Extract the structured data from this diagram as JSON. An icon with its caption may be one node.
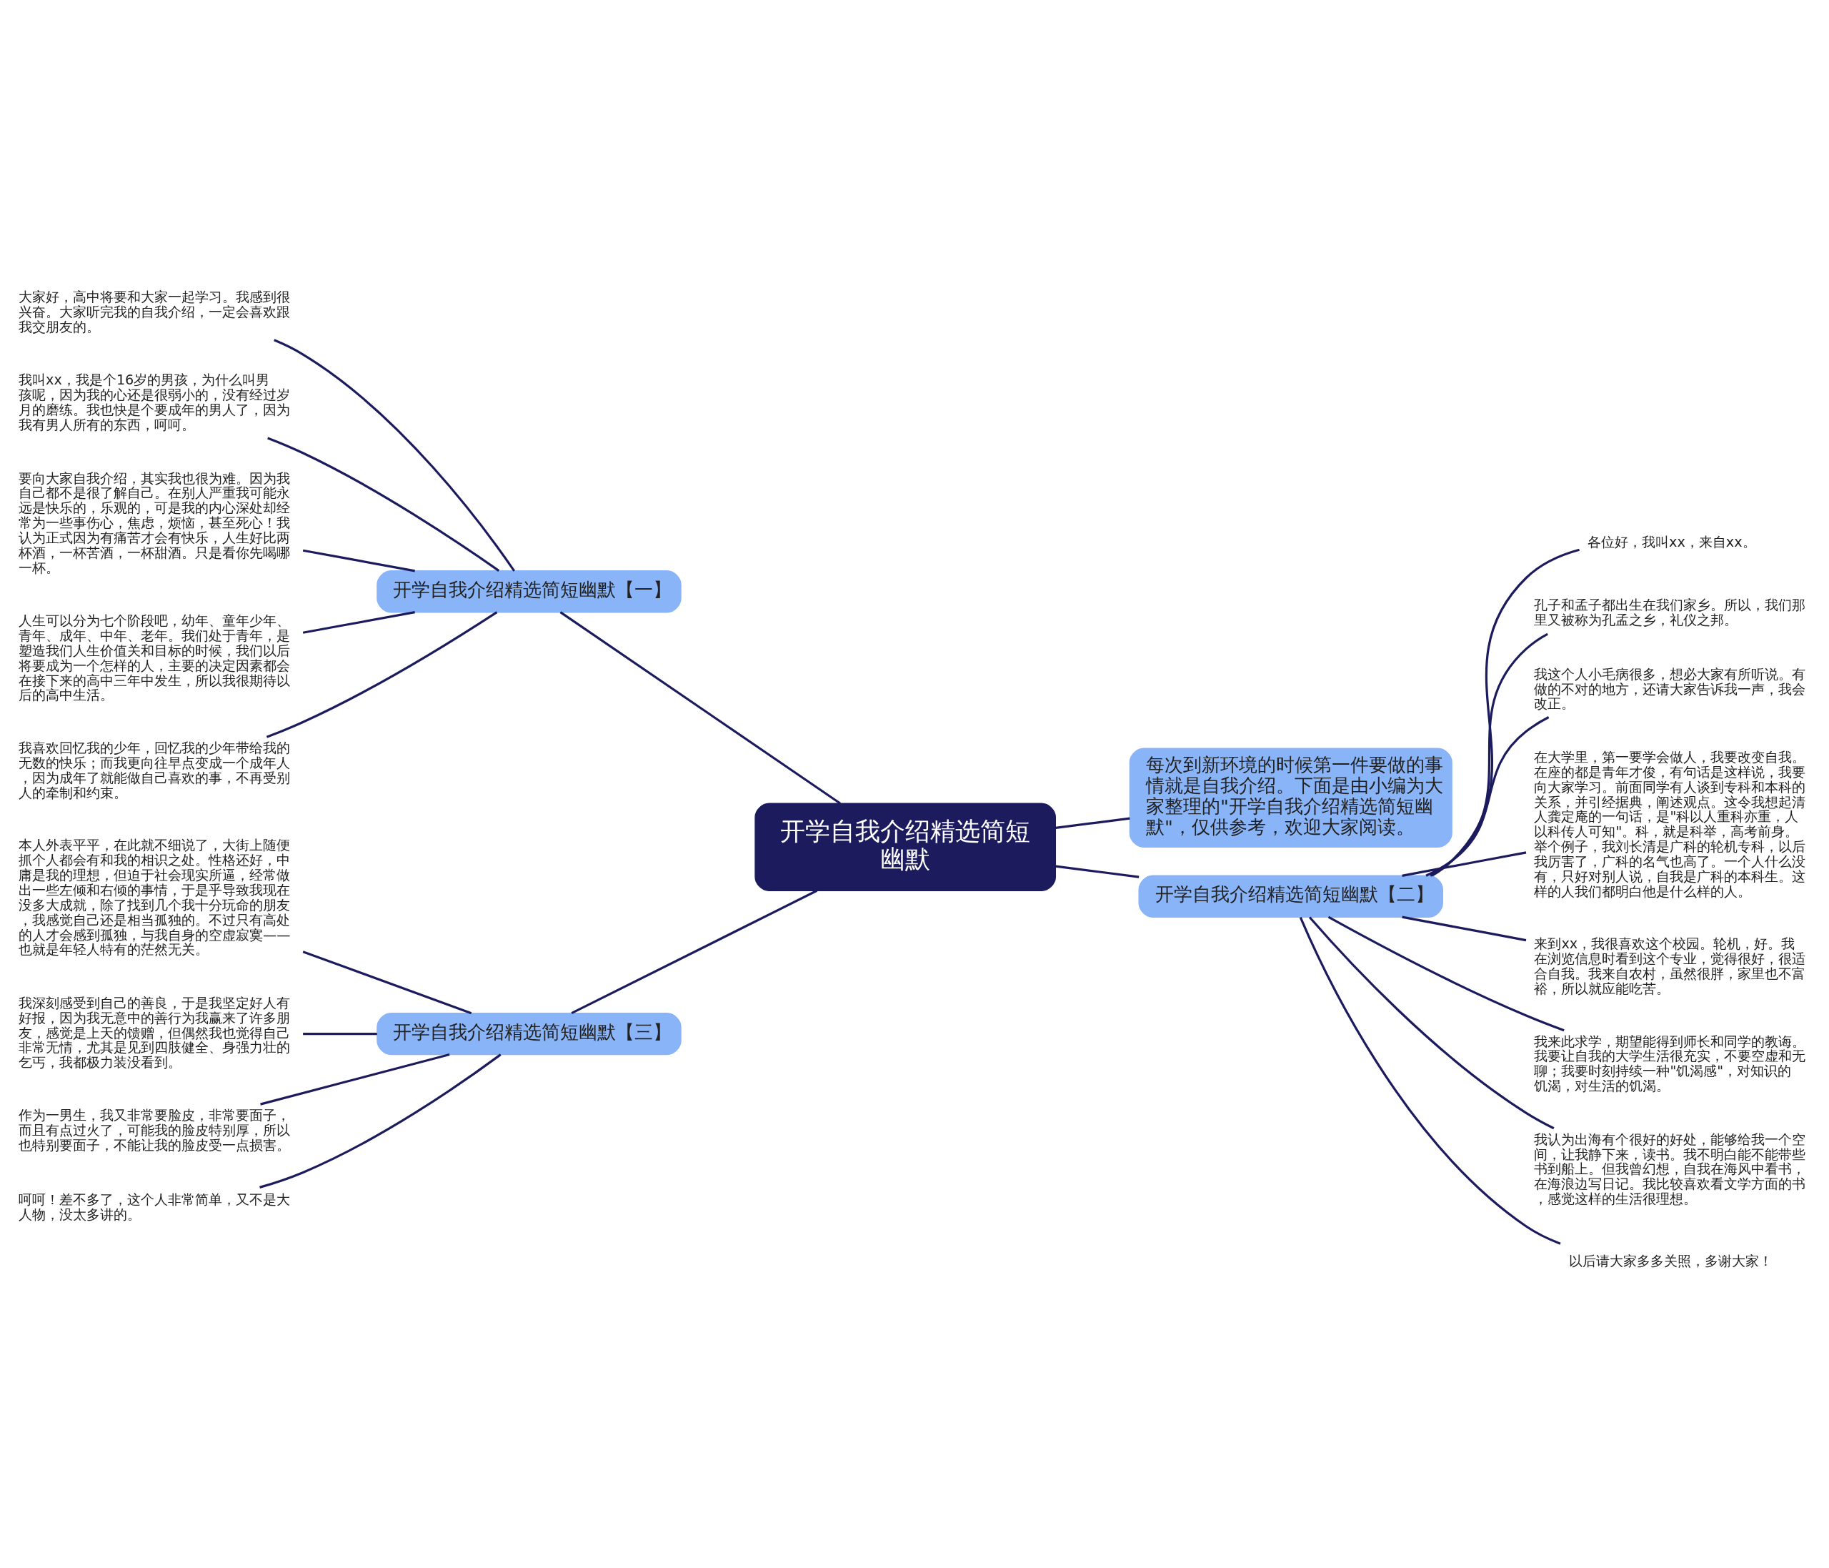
{
  "diagram": {
    "nodes": [
      {
        "text": [
          "开学自我介绍精选简短幽默"
        ]
      },
      {
        "text": [
          "开学自我介绍精选简短幽默【一】"
        ]
      },
      {
        "text": [
          "大家好，高中将要和大家一起学习。我感到很兴奋。大家听完我的自我介绍，一定会喜欢跟我交朋友的。"
        ]
      },
      {
        "text": [
          "我叫xx，我是个16岁的男孩，为什么叫男孩呢，因为我的心还是很弱小的，没有经过岁月的磨练。我也快是个要成年的男人了，因为我有男人所有的东西，呵呵。"
        ]
      },
      {
        "text": [
          "要向大家自我介绍，其实我也很为难。因为我自己都不是很了解自己。在别人严重我可能永远是快乐的，乐观的，可是我的内心深处却经常为一些事伤心，焦虑，烦恼，甚至死心！我认为正式因为有痛苦才会有快乐，人生好比两杯酒，一杯苦酒，一杯甜酒。只是看你先喝哪一杯。"
        ]
      },
      {
        "text": [
          "人生可以分为七个阶段吧，幼年、童年少年、青年、成年、中年、老年。我们处于青年，是塑造我们人生价值关和目标的时候，我们以后将要成为一个怎样的人，主要的决定因素都会在接下来的高中三年中发生，所以我很期待以后的高中生活。"
        ]
      },
      {
        "text": [
          "我喜欢回忆我的少年，回忆我的少年带给我的无数的快乐；而我更向往早点变成一个成年人，因为成年了就能做自己喜欢的事，不再受别人的牵制和约束。"
        ]
      },
      {
        "text": [
          "开学自我介绍精选简短幽默【三】"
        ]
      },
      {
        "text": [
          "本人外表平平，在此就不细说了，大街上随便抓个人都会有和我的相识之处。性格还好，中庸是我的理想，但迫于社会现实所逼，经常做出一些左倾和右倾的事情，于是乎导致我现在没多大成就，除了找到几个我十分玩命的朋友，我感觉自己还是相当孤独的。不过只有高处的人才会感到孤独，与我自身的空虚寂寞——也就是年轻人特有的茫然无关。"
        ]
      },
      {
        "text": [
          "我深刻感受到自己的善良，于是我坚定好人有好报，因为我无意中的善行为我赢来了许多朋友，感觉是上天的馈赠，但偶然我也觉得自己非常无情，尤其是见到四肢健全、身强力壮的乞丐，我都极力装没看到。"
        ]
      },
      {
        "text": [
          "作为一男生，我又非常要脸皮，非常要面子，而且有点过火了，可能我的脸皮特别厚，所以也特别要面子，不能让我的脸皮受一点损害。"
        ]
      },
      {
        "text": [
          "呵呵！差不多了，这个人非常简单，又不是大人物，没太多讲的。"
        ]
      },
      {
        "text": [
          "每次到新环境的时候第一件要做的事情就是自我介绍。下面是由小编为大家整理的\"开学自我介绍精选简短幽默\"，仅供参考，欢迎大家阅读。"
        ]
      },
      {
        "text": [
          "开学自我介绍精选简短幽默【二】"
        ]
      },
      {
        "text": [
          "各位好，我叫xx，来自xx。"
        ]
      },
      {
        "text": [
          "孔子和孟子都出生在我们家乡。所以，我们那里又被称为孔孟之乡，礼仪之邦。"
        ]
      },
      {
        "text": [
          "我这个人小毛病很多，想必大家有所听说。有做的不对的地方，还请大家告诉我一声，我会改正。"
        ]
      },
      {
        "text": [
          "在大学里，第一要学会做人，我要改变自我。在座的都是青年才俊，有句话是这样说，我要向大家学习。前面同学有人谈到专科和本科的关系，并引经据典，阐述观点。这令我想起清人龚定庵的一句话，是\"科以人重科亦重，人以科传人可知\"。科，就是科举，高考前身。举个例子，我刘长清是广科的轮机专科，以后我厉害了，广科的名气也高了。一个人什么没有，只好对别人说，自我是广科的本科生。这样的人我们都明白他是什么样的人。"
        ]
      },
      {
        "text": [
          "来到xx，我很喜欢这个校园。轮机，好。我在浏览信息时看到这个专业，觉得很好，很适合自我。我来自农村，虽然很胖，家里也不富裕，所以就应能吃苦。"
        ]
      },
      {
        "text": [
          "我来此求学，期望能得到师长和同学的教诲。我要让自我的大学生活很充实，不要空虚和无聊；我要时刻持续一种\"饥渴感\"，对知识的饥渴，对生活的饥渴。"
        ]
      },
      {
        "text": [
          "我认为出海有个很好的好处，能够给我一个空间，让我静下来，读书。我不明白能不能带些书到船上。但我曾幻想，自我在海风中看书，在海浪边写日记。我比较喜欢看文学方面的书，感觉这样的生活很理想。"
        ]
      },
      {
        "text": [
          "以后请大家多多关照，多谢大家！"
        ]
      }
    ],
    "edges": [
      {
        "from": 0,
        "to": 1,
        "arrow": "none"
      },
      {
        "from": 1,
        "to": 2,
        "arrow": "none"
      },
      {
        "from": 1,
        "to": 3,
        "arrow": "none"
      },
      {
        "from": 1,
        "to": 4,
        "arrow": "none"
      },
      {
        "from": 1,
        "to": 5,
        "arrow": "none"
      },
      {
        "from": 1,
        "to": 6,
        "arrow": "none"
      },
      {
        "from": 0,
        "to": 7,
        "arrow": "none"
      },
      {
        "from": 7,
        "to": 8,
        "arrow": "none"
      },
      {
        "from": 7,
        "to": 9,
        "arrow": "none"
      },
      {
        "from": 7,
        "to": 10,
        "arrow": "none"
      },
      {
        "from": 7,
        "to": 11,
        "arrow": "none"
      },
      {
        "from": 0,
        "to": 12,
        "arrow": "none"
      },
      {
        "from": 0,
        "to": 13,
        "arrow": "none"
      },
      {
        "from": 13,
        "to": 14,
        "arrow": "none"
      },
      {
        "from": 13,
        "to": 15,
        "arrow": "none"
      },
      {
        "from": 13,
        "to": 16,
        "arrow": "none"
      },
      {
        "from": 13,
        "to": 17,
        "arrow": "none"
      },
      {
        "from": 13,
        "to": 18,
        "arrow": "none"
      },
      {
        "from": 13,
        "to": 19,
        "arrow": "none"
      },
      {
        "from": 13,
        "to": 20,
        "arrow": "none"
      },
      {
        "from": 13,
        "to": 21,
        "arrow": "none"
      }
    ]
  }
}
